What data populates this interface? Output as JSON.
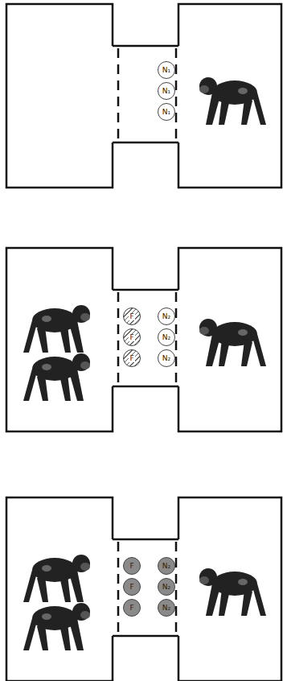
{
  "diagram": {
    "nodes": [
      {
        "text": [
          "N₁"
        ]
      },
      {
        "text": [
          "N₁"
        ]
      },
      {
        "text": [
          "N₁"
        ]
      },
      {
        "text": [
          "F"
        ]
      },
      {
        "text": [
          "F"
        ]
      },
      {
        "text": [
          "F"
        ]
      },
      {
        "text": [
          "N₂"
        ]
      },
      {
        "text": [
          "N₂"
        ]
      },
      {
        "text": [
          "N₂"
        ]
      },
      {
        "text": [
          "F"
        ]
      },
      {
        "text": [
          "F"
        ]
      },
      {
        "text": [
          "F"
        ]
      },
      {
        "text": [
          "N₂"
        ]
      },
      {
        "text": [
          "N₂"
        ]
      },
      {
        "text": [
          "N₂"
        ]
      }
    ]
  }
}
